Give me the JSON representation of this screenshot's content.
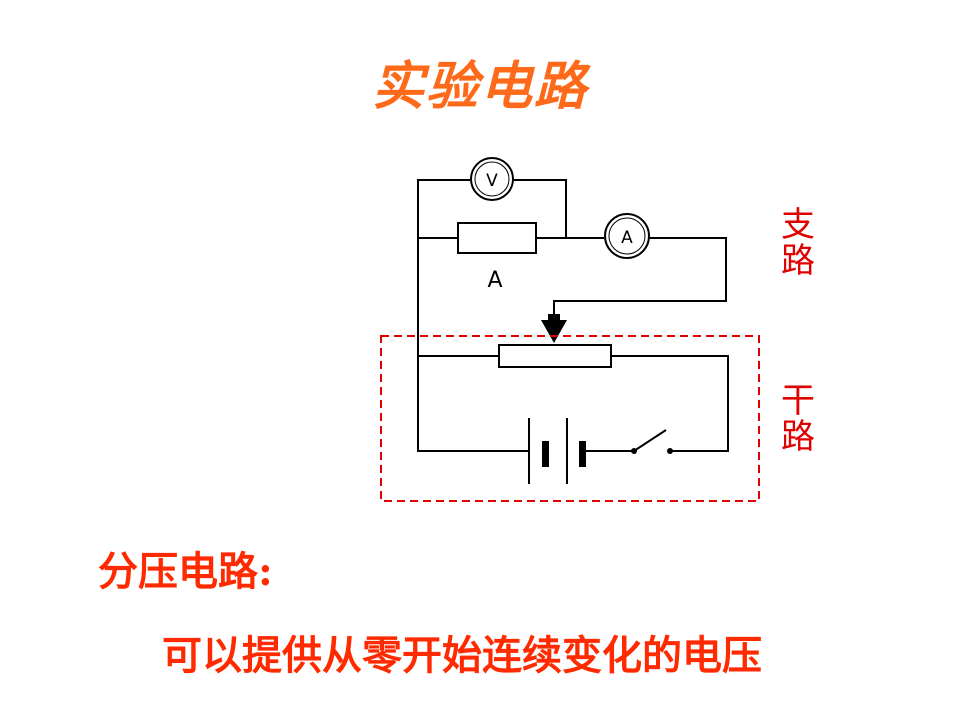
{
  "slide": {
    "title": "实验电路",
    "branch_label": "支路",
    "main_label": "干路",
    "heading": "分压电路:",
    "description": "可以提供从零开始连续变化的电压"
  },
  "circuit": {
    "voltmeter_symbol": "V",
    "ammeter_symbol": "A",
    "resistor_label": "A",
    "wire_color": "#000000",
    "box_color": "#e00000"
  }
}
